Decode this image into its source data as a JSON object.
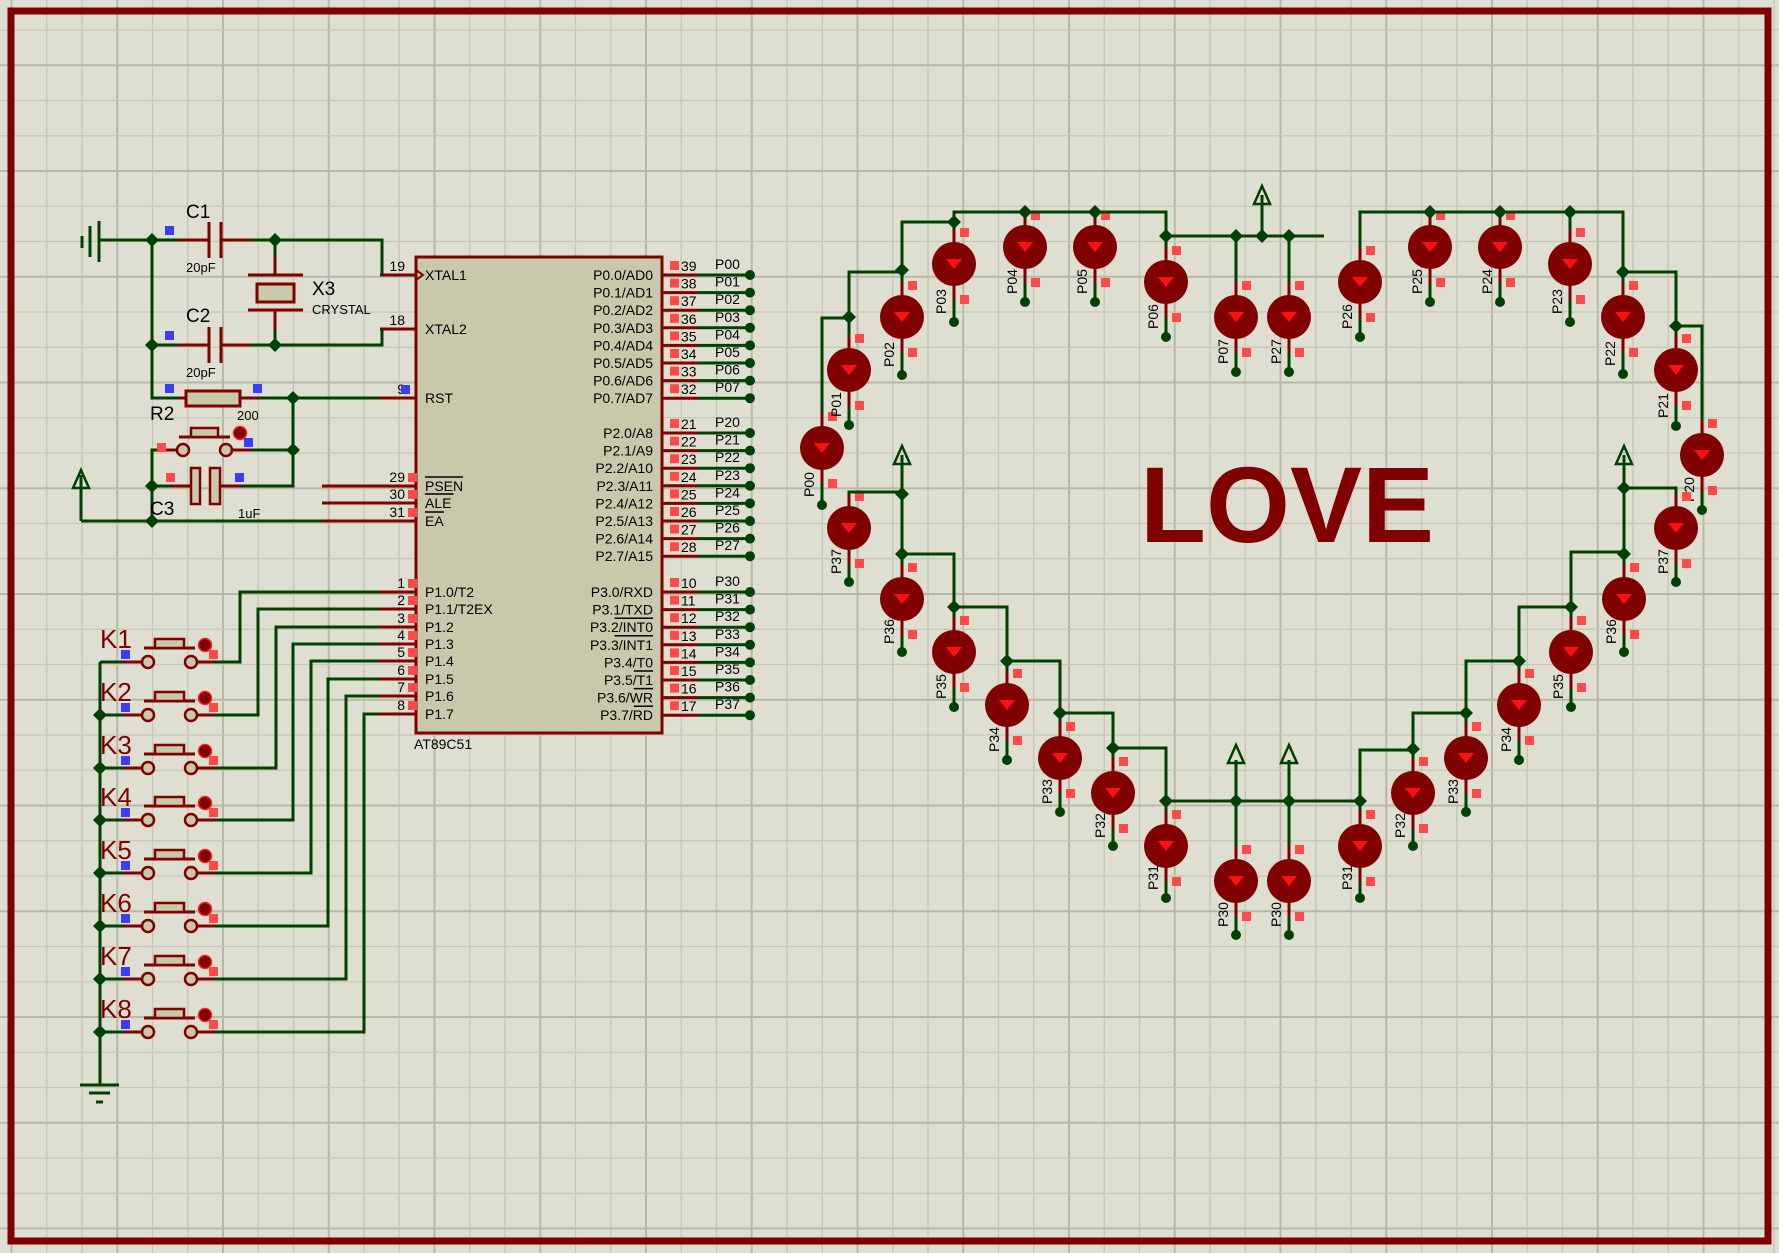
{
  "colors": {
    "background": "#dfdfd1",
    "grid_minor": "#c6c6b6",
    "grid_major": "#b8b8a8",
    "border": "#800000",
    "wire": "#004000",
    "component": "#800000",
    "component_fill": "#c8c8aa",
    "led_body": "#800000",
    "led_arrow": "#ff1010",
    "pin_marker_low": "#ff4a4a",
    "pin_marker_high": "#3c3cff"
  },
  "title_text": "LOVE",
  "mcu": {
    "ref": "AT89C51",
    "left_pins": [
      {
        "num": "19",
        "name": "XTAL1"
      },
      {
        "num": "18",
        "name": "XTAL2"
      },
      {
        "num": "9",
        "name": "RST"
      },
      {
        "num": "29",
        "name": "PSEN",
        "overline": true
      },
      {
        "num": "30",
        "name": "ALE",
        "overline": true
      },
      {
        "num": "31",
        "name": "EA",
        "overline": true
      },
      {
        "num": "1",
        "name": "P1.0/T2"
      },
      {
        "num": "2",
        "name": "P1.1/T2EX"
      },
      {
        "num": "3",
        "name": "P1.2"
      },
      {
        "num": "4",
        "name": "P1.3"
      },
      {
        "num": "5",
        "name": "P1.4"
      },
      {
        "num": "6",
        "name": "P1.5"
      },
      {
        "num": "7",
        "name": "P1.6"
      },
      {
        "num": "8",
        "name": "P1.7"
      }
    ],
    "right_pins": [
      {
        "num": "39",
        "name": "P0.0/AD0",
        "net": "P00"
      },
      {
        "num": "38",
        "name": "P0.1/AD1",
        "net": "P01"
      },
      {
        "num": "37",
        "name": "P0.2/AD2",
        "net": "P02"
      },
      {
        "num": "36",
        "name": "P0.3/AD3",
        "net": "P03"
      },
      {
        "num": "35",
        "name": "P0.4/AD4",
        "net": "P04"
      },
      {
        "num": "34",
        "name": "P0.5/AD5",
        "net": "P05"
      },
      {
        "num": "33",
        "name": "P0.6/AD6",
        "net": "P06"
      },
      {
        "num": "32",
        "name": "P0.7/AD7",
        "net": "P07"
      },
      {
        "num": "21",
        "name": "P2.0/A8",
        "net": "P20"
      },
      {
        "num": "22",
        "name": "P2.1/A9",
        "net": "P21"
      },
      {
        "num": "23",
        "name": "P2.2/A10",
        "net": "P22"
      },
      {
        "num": "24",
        "name": "P2.3/A11",
        "net": "P23"
      },
      {
        "num": "25",
        "name": "P2.4/A12",
        "net": "P24"
      },
      {
        "num": "26",
        "name": "P2.5/A13",
        "net": "P25"
      },
      {
        "num": "27",
        "name": "P2.6/A14",
        "net": "P26"
      },
      {
        "num": "28",
        "name": "P2.7/A15",
        "net": "P27"
      },
      {
        "num": "10",
        "name": "P3.0/RXD",
        "net": "P30"
      },
      {
        "num": "11",
        "name": "P3.1/TXD",
        "net": "P31"
      },
      {
        "num": "12",
        "name": "P3.2/INT0",
        "net": "P32"
      },
      {
        "num": "13",
        "name": "P3.3/INT1",
        "net": "P33"
      },
      {
        "num": "14",
        "name": "P3.4/T0",
        "net": "P34"
      },
      {
        "num": "15",
        "name": "P3.5/T1",
        "net": "P35"
      },
      {
        "num": "16",
        "name": "P3.6/WR",
        "net": "P36"
      },
      {
        "num": "17",
        "name": "P3.7/RD",
        "net": "P37"
      }
    ]
  },
  "components": {
    "c1": {
      "ref": "C1",
      "value": "20pF"
    },
    "c2": {
      "ref": "C2",
      "value": "20pF"
    },
    "x3": {
      "ref": "X3",
      "value": "CRYSTAL"
    },
    "r2": {
      "ref": "R2",
      "value": "200"
    },
    "c3": {
      "ref": "C3",
      "value": "1uF"
    },
    "keys": [
      "K1",
      "K2",
      "K3",
      "K4",
      "K5",
      "K6",
      "K7",
      "K8"
    ]
  },
  "leds": [
    "P00",
    "P01",
    "P02",
    "P03",
    "P04",
    "P05",
    "P06",
    "P07",
    "P27",
    "P26",
    "P25",
    "P24",
    "P23",
    "P22",
    "P21",
    "P20",
    "P37",
    "P36",
    "P35",
    "P34",
    "P33",
    "P32",
    "P31",
    "P30",
    "P30",
    "P31",
    "P32",
    "P33",
    "P34",
    "P35",
    "P36",
    "P37"
  ]
}
